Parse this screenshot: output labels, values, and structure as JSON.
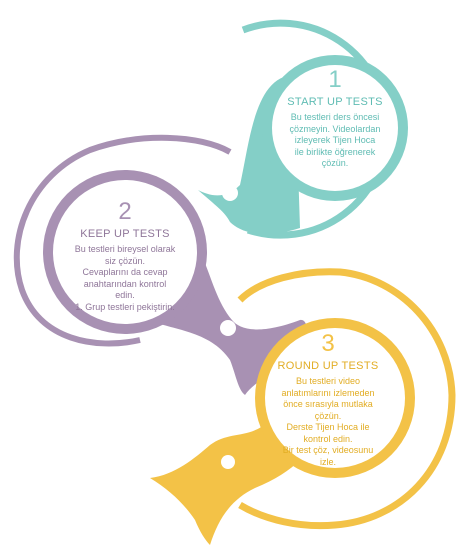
{
  "colors": {
    "teal": "#84cfc7",
    "purple": "#a891b3",
    "yellow": "#f3c247",
    "text": "#5a5a5a"
  },
  "steps": [
    {
      "number": "1",
      "title": "START UP TESTS",
      "text": "Bu testleri ders öncesi\nçözmeyin. Videolardan\nizleyerek Tijen Hoca\nile  birlikte öğrenerek\nçözün."
    },
    {
      "number": "2",
      "title": "KEEP UP TESTS",
      "text": "Bu testleri bireysel olarak\nsiz çözün.\nCevaplarını da cevap\nanahtarından kontrol\nedin.\n1. Grup testleri pekiştirin."
    },
    {
      "number": "3",
      "title": "ROUND UP TESTS",
      "text": "Bu testleri video\nanlatımlarını izlemeden\nönce sırasıyla mutlaka\nçözün.\nDerste Tijen Hoca ile\nkontrol edin.\nBir test çöz, videosunu\nizle."
    }
  ]
}
